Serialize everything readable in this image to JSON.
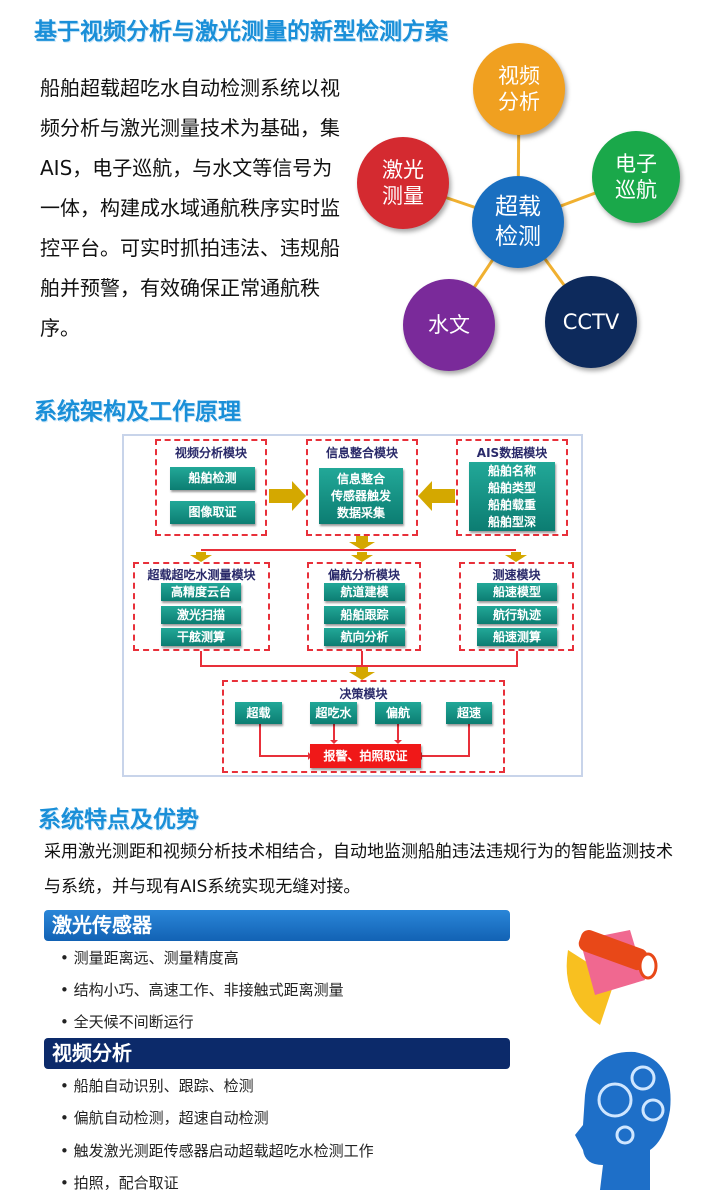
{
  "sections": {
    "s1_title": "基于视频分析与激光测量的新型检测方案",
    "s2_title": "系统架构及工作原理",
    "s3_title": "系统特点及优势"
  },
  "intro": "船舶超载超吃水自动检测系统以视频分析与激光测量技术为基础，集AIS，电子巡航，与水文等信号为一体，构建成水域通航秩序实时监控平台。可实时抓拍违法、违规船舶并预警，有效确保正常通航秩序。",
  "hub": {
    "center": "超载检测",
    "nodes": [
      "视频分析",
      "电子巡航",
      "CCTV",
      "水文",
      "激光测量"
    ],
    "colors": {
      "center": "#1a6fc0",
      "video": "#f0a020",
      "patrol": "#1aa84a",
      "cctv": "#0d2a5c",
      "hydro": "#7a2a9a",
      "laser": "#d42a30"
    }
  },
  "diagram": {
    "video": {
      "title": "视频分析模块",
      "items": [
        "船舶检测",
        "图像取证"
      ]
    },
    "info": {
      "title": "信息整合模块",
      "items": [
        "信息整合",
        "传感器触发",
        "数据采集"
      ]
    },
    "ais": {
      "title": "AIS数据模块",
      "items": [
        "船舶名称",
        "船舶类型",
        "船舶载重",
        "船舶型深"
      ]
    },
    "overload": {
      "title": "超载超吃水测量模块",
      "items": [
        "高精度云台",
        "激光扫描",
        "干舷测算"
      ]
    },
    "yaw": {
      "title": "偏航分析模块",
      "items": [
        "航道建模",
        "船舶跟踪",
        "航向分析"
      ]
    },
    "speed": {
      "title": "测速模块",
      "items": [
        "船速模型",
        "航行轨迹",
        "船速测算"
      ]
    },
    "decision": {
      "title": "决策模块",
      "items": [
        "超载",
        "超吃水",
        "偏航",
        "超速"
      ],
      "alarm": "报警、拍照取证"
    }
  },
  "features": {
    "desc": "采用激光测距和视频分析技术相结合，自动地监测船舶违法违规行为的智能监测技术与系统，并与现有AIS系统实现无缝对接。",
    "laser": {
      "title": "激光传感器",
      "bullets": [
        "测量距离远、测量精度高",
        "结构小巧、高速工作、非接触式距离测量",
        "全天候不间断运行"
      ]
    },
    "video": {
      "title": "视频分析",
      "bullets": [
        "船舶自动识别、跟踪、检测",
        "偏航自动检测，超速自动检测",
        "触发激光测距传感器启动超载超吃水检测工作",
        "拍照，配合取证"
      ]
    }
  }
}
